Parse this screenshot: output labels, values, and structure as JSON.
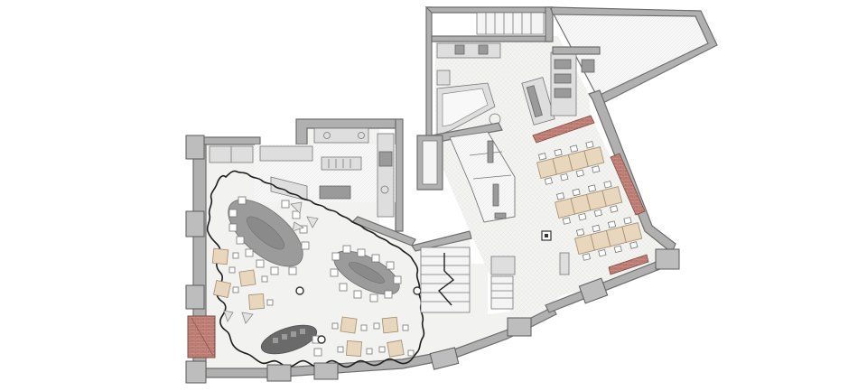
{
  "plan": {
    "colors": {
      "wall": "#b0b0b0",
      "floor": "#f2f2f0",
      "curtain": "#1e1e1e",
      "oval_table": "#9b9b9b",
      "square_table": "#e9d7bd",
      "accent_brick": "#c98a80",
      "chair": "#ffffff"
    },
    "icons": [
      "column-pier",
      "stair",
      "oval-table",
      "square-table",
      "chair",
      "curtain-partition"
    ]
  }
}
